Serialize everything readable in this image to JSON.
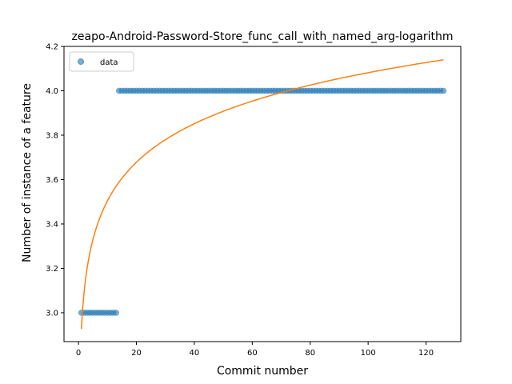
{
  "chart_data": {
    "type": "scatter",
    "title": "zeapo-Android-Password-Store_func_call_with_named_arg-logarithm",
    "xlabel": "Commit number",
    "ylabel": "Number of instance of a feature",
    "xlim": [
      -5,
      132
    ],
    "ylim": [
      2.87,
      4.2
    ],
    "xticks": [
      0,
      20,
      40,
      60,
      80,
      100,
      120
    ],
    "yticks": [
      3.0,
      3.2,
      3.4,
      3.6,
      3.8,
      4.0,
      4.2
    ],
    "xtick_labels": [
      "0",
      "20",
      "40",
      "60",
      "80",
      "100",
      "120"
    ],
    "ytick_labels": [
      "3.0",
      "3.2",
      "3.4",
      "3.6",
      "3.8",
      "4.0",
      "4.2"
    ],
    "legend": {
      "position": "top-left",
      "entries": [
        "data"
      ]
    },
    "series": [
      {
        "name": "data",
        "kind": "scatter",
        "color": "#1f77b4",
        "segments": [
          {
            "x_from": 1,
            "x_to": 13,
            "y": 3.0
          },
          {
            "x_from": 14,
            "x_to": 126,
            "y": 4.0
          }
        ]
      },
      {
        "kind": "line",
        "color": "#ff7f0e",
        "model": "logarithmic",
        "a": 2.927,
        "b": 0.2507,
        "x_from": 1,
        "x_to": 126
      }
    ]
  }
}
